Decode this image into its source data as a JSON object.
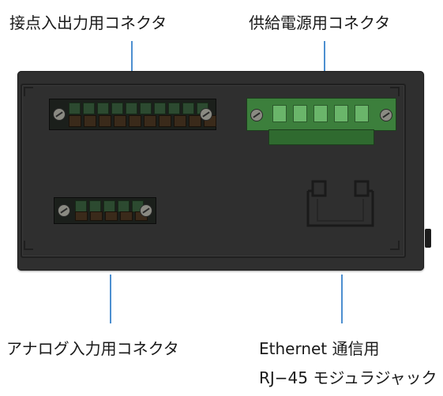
{
  "labels": {
    "contact_io": "接点入出力用コネクタ",
    "power": "供給電源用コネクタ",
    "analog_input": "アナログ入力用コネクタ",
    "ethernet_line1": "Ethernet 通信用",
    "ethernet_line2": "RJ−45 モジュラジャック"
  }
}
